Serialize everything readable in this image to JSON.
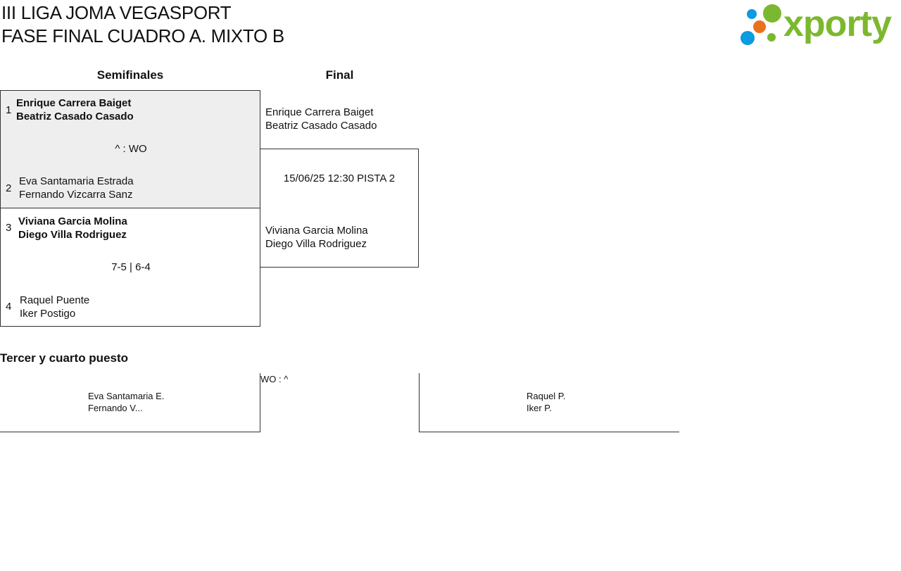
{
  "header": {
    "title_line1": "III LIGA JOMA VEGASPORT",
    "title_line2": "FASE FINAL CUADRO A. MIXTO B",
    "logo_text": "xporty"
  },
  "colors": {
    "logo_green": "#7cb82f",
    "logo_blue": "#0a9be0",
    "logo_orange": "#e9731c"
  },
  "rounds": {
    "semis": "Semifinales",
    "final": "Final"
  },
  "semis": [
    {
      "team1": {
        "seed": "1",
        "p1": "Enrique Carrera Baiget",
        "p2": "Beatriz Casado Casado"
      },
      "score": "^ : WO",
      "team2": {
        "seed": "2",
        "p1": "Eva Santamaria Estrada",
        "p2": "Fernando Vizcarra Sanz"
      }
    },
    {
      "team1": {
        "seed": "3",
        "p1": "Viviana Garcia Molina",
        "p2": "Diego Villa Rodriguez"
      },
      "score": "7-5 | 6-4",
      "team2": {
        "seed": "4",
        "p1": "Raquel Puente",
        "p2": "Iker Postigo"
      }
    }
  ],
  "final": {
    "team1": {
      "p1": "Enrique Carrera Baiget",
      "p2": "Beatriz Casado Casado"
    },
    "schedule": "15/06/25 12:30 PISTA 2",
    "team2": {
      "p1": "Viviana Garcia Molina",
      "p2": "Diego Villa Rodriguez"
    }
  },
  "third_place": {
    "title": "Tercer y cuarto puesto",
    "score": "WO : ^",
    "team1": {
      "p1": "Eva Santamaria E.",
      "p2": "Fernando V..."
    },
    "team2": {
      "p1": "Raquel P.",
      "p2": "Iker P."
    }
  }
}
